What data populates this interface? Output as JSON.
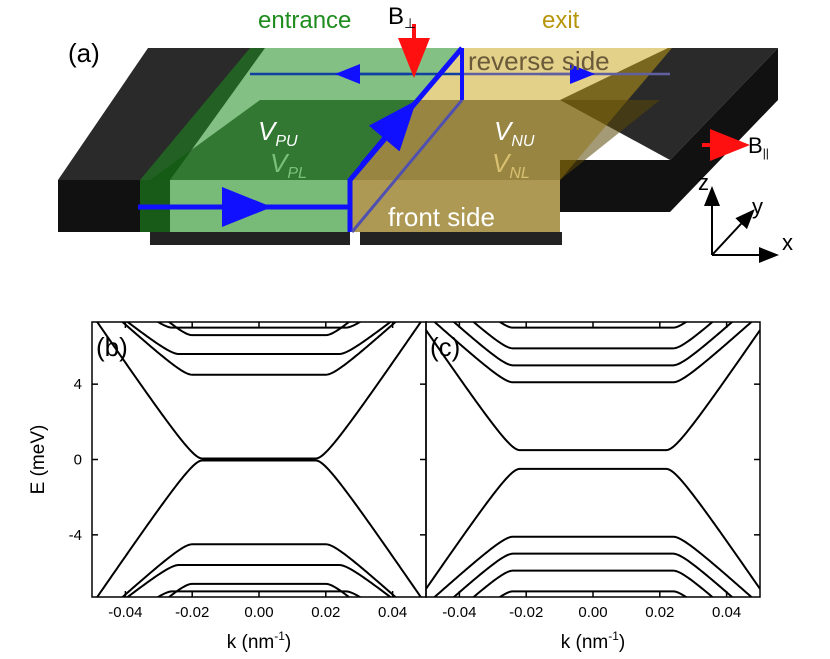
{
  "panel_a": {
    "panel_label": "(a)",
    "entrance": "entrance",
    "exit": "exit",
    "b_perp": "B",
    "b_perp_sub": "⊥",
    "b_par": "B",
    "b_par_sub": "||",
    "reverse_side": "reverse side",
    "front_side": "front side",
    "v_pu": "V",
    "v_pu_sub": "PU",
    "v_pl": "V",
    "v_pl_sub": "PL",
    "v_nu": "V",
    "v_nu_sub": "NU",
    "v_nl": "V",
    "v_nl_sub": "NL",
    "axis_z": "z",
    "axis_y": "y",
    "axis_x": "x",
    "colors": {
      "entrance": "#1e8c1e",
      "exit": "#b8960a",
      "path": "#1010ff",
      "field": "#ff1010"
    }
  },
  "chart_data": [
    {
      "type": "line",
      "panel_label": "(b)",
      "ylabel": "E (meV)",
      "xlabel": "k (nm",
      "xlabel_sup": "-1",
      "xlabel_end": ")",
      "xlim": [
        -0.05,
        0.05
      ],
      "ylim": [
        -7.3,
        7.3
      ],
      "xticks": [
        "-0.04",
        "-0.02",
        "0.00",
        "0.02",
        "0.04"
      ],
      "yticks": [
        "4",
        "0",
        "-4"
      ],
      "bands_flat_energy": [
        6.6,
        4.5,
        0.05,
        -0.05,
        -4.5,
        -6.6
      ],
      "bands_curving_up": [
        [
          4.4,
          4.6,
          6.5
        ],
        [
          6.4,
          6.6,
          8.0
        ]
      ],
      "series_note": "E vs k subbands, flat plateau |k|<0.02, linear-ish branches outside"
    },
    {
      "type": "line",
      "panel_label": "(c)",
      "xlabel": "k (nm",
      "xlabel_sup": "-1",
      "xlabel_end": ")",
      "xlim": [
        -0.05,
        0.05
      ],
      "ylim": [
        -7.3,
        7.3
      ],
      "xticks": [
        "-0.04",
        "-0.02",
        "0.00",
        "0.02",
        "0.04"
      ],
      "bands_flat_energy": [
        7.0,
        5.9,
        5.0,
        4.1,
        0.5,
        -0.5,
        -4.1,
        -5.0,
        -5.9,
        -7.0
      ]
    }
  ]
}
